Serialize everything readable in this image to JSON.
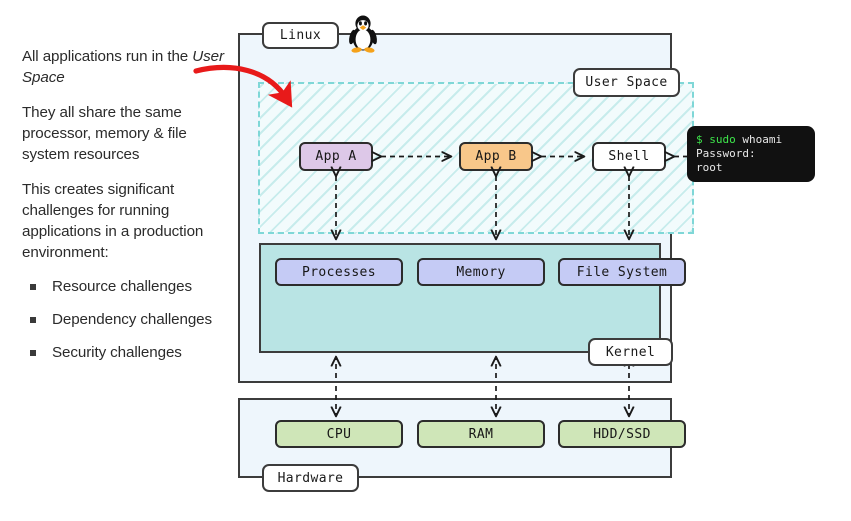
{
  "sidebar": {
    "paragraphs": [
      {
        "id": "p1",
        "prefix": "All applications run in the ",
        "emphasis": "User Space",
        "suffix": ""
      },
      {
        "id": "p2",
        "prefix": "They all share the same processor, memory & file system resources",
        "emphasis": "",
        "suffix": ""
      },
      {
        "id": "p3",
        "prefix": "This creates significant challenges for running applications in a production environment:",
        "emphasis": "",
        "suffix": ""
      }
    ],
    "bullets": [
      "Resource challenges",
      "Dependency challenges",
      "Security challenges"
    ]
  },
  "diagram": {
    "labels": {
      "linux": "Linux",
      "user_space": "User Space",
      "kernel": "Kernel",
      "hardware": "Hardware"
    },
    "user_space_boxes": [
      {
        "name": "app-a",
        "label": "App A",
        "color": "#ddc8e8"
      },
      {
        "name": "app-b",
        "label": "App B",
        "color": "#f8c78a"
      },
      {
        "name": "shell",
        "label": "Shell",
        "color": "#ffffff"
      }
    ],
    "kernel_boxes": [
      {
        "name": "processes",
        "label": "Processes",
        "color": "#c5cbf5"
      },
      {
        "name": "memory",
        "label": "Memory",
        "color": "#c5cbf5"
      },
      {
        "name": "file-system",
        "label": "File System",
        "color": "#c5cbf5"
      }
    ],
    "hardware_boxes": [
      {
        "name": "cpu",
        "label": "CPU",
        "color": "#cfe6b8"
      },
      {
        "name": "ram",
        "label": "RAM",
        "color": "#cfe6b8"
      },
      {
        "name": "hdd-ssd",
        "label": "HDD/SSD",
        "color": "#cfe6b8"
      }
    ],
    "colors": {
      "container_fill": "#eef6fc",
      "container_border": "#3c3c3c",
      "user_space_hatch": "#8cd6d6",
      "kernel_fill": "#b9e4e4",
      "red_arrow": "#e81a1a",
      "terminal_bg": "#111111",
      "terminal_green": "#3ee64b"
    }
  },
  "terminal": {
    "prompt": "$",
    "command_privileged": "sudo",
    "command": "whoami",
    "line_password": "Password:",
    "line_result": "root"
  }
}
